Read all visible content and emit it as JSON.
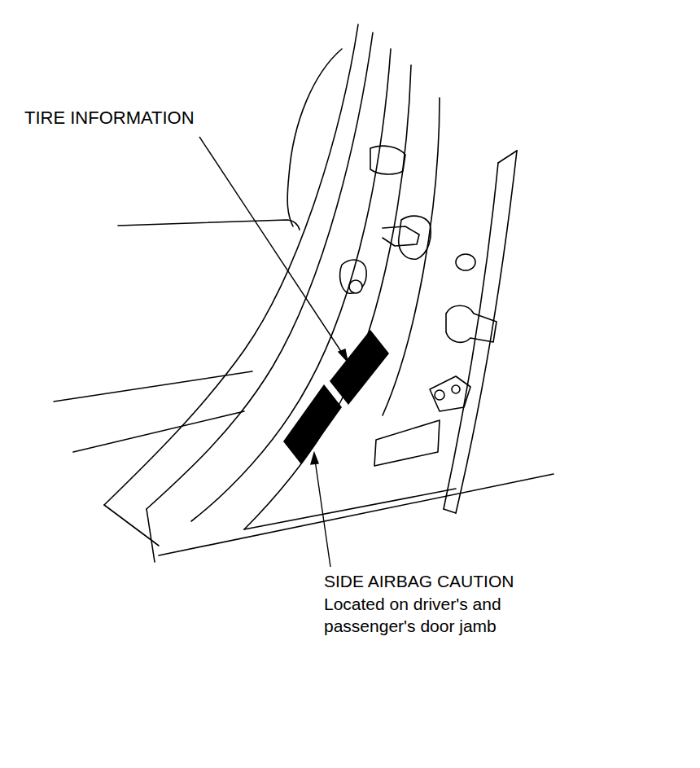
{
  "diagram": {
    "labels": [
      "TIRE INFORMATION",
      "SIDE AIRBAG CAUTION",
      "Located on driver's and passenger's door jamb"
    ]
  }
}
